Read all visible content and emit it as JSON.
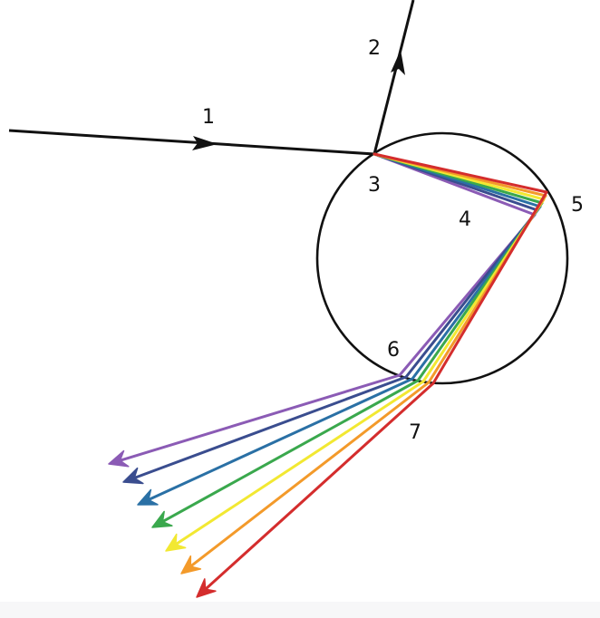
{
  "labels": {
    "l1": "1",
    "l2": "2",
    "l3": "3",
    "l4": "4",
    "l5": "5",
    "l6": "6",
    "l7": "7"
  },
  "colors": {
    "ink": "#111111",
    "spectrum": [
      "#8b5bb5",
      "#3a4d8f",
      "#2a70a5",
      "#3aa84d",
      "#f2e832",
      "#f39a2a",
      "#d42d2d"
    ]
  }
}
